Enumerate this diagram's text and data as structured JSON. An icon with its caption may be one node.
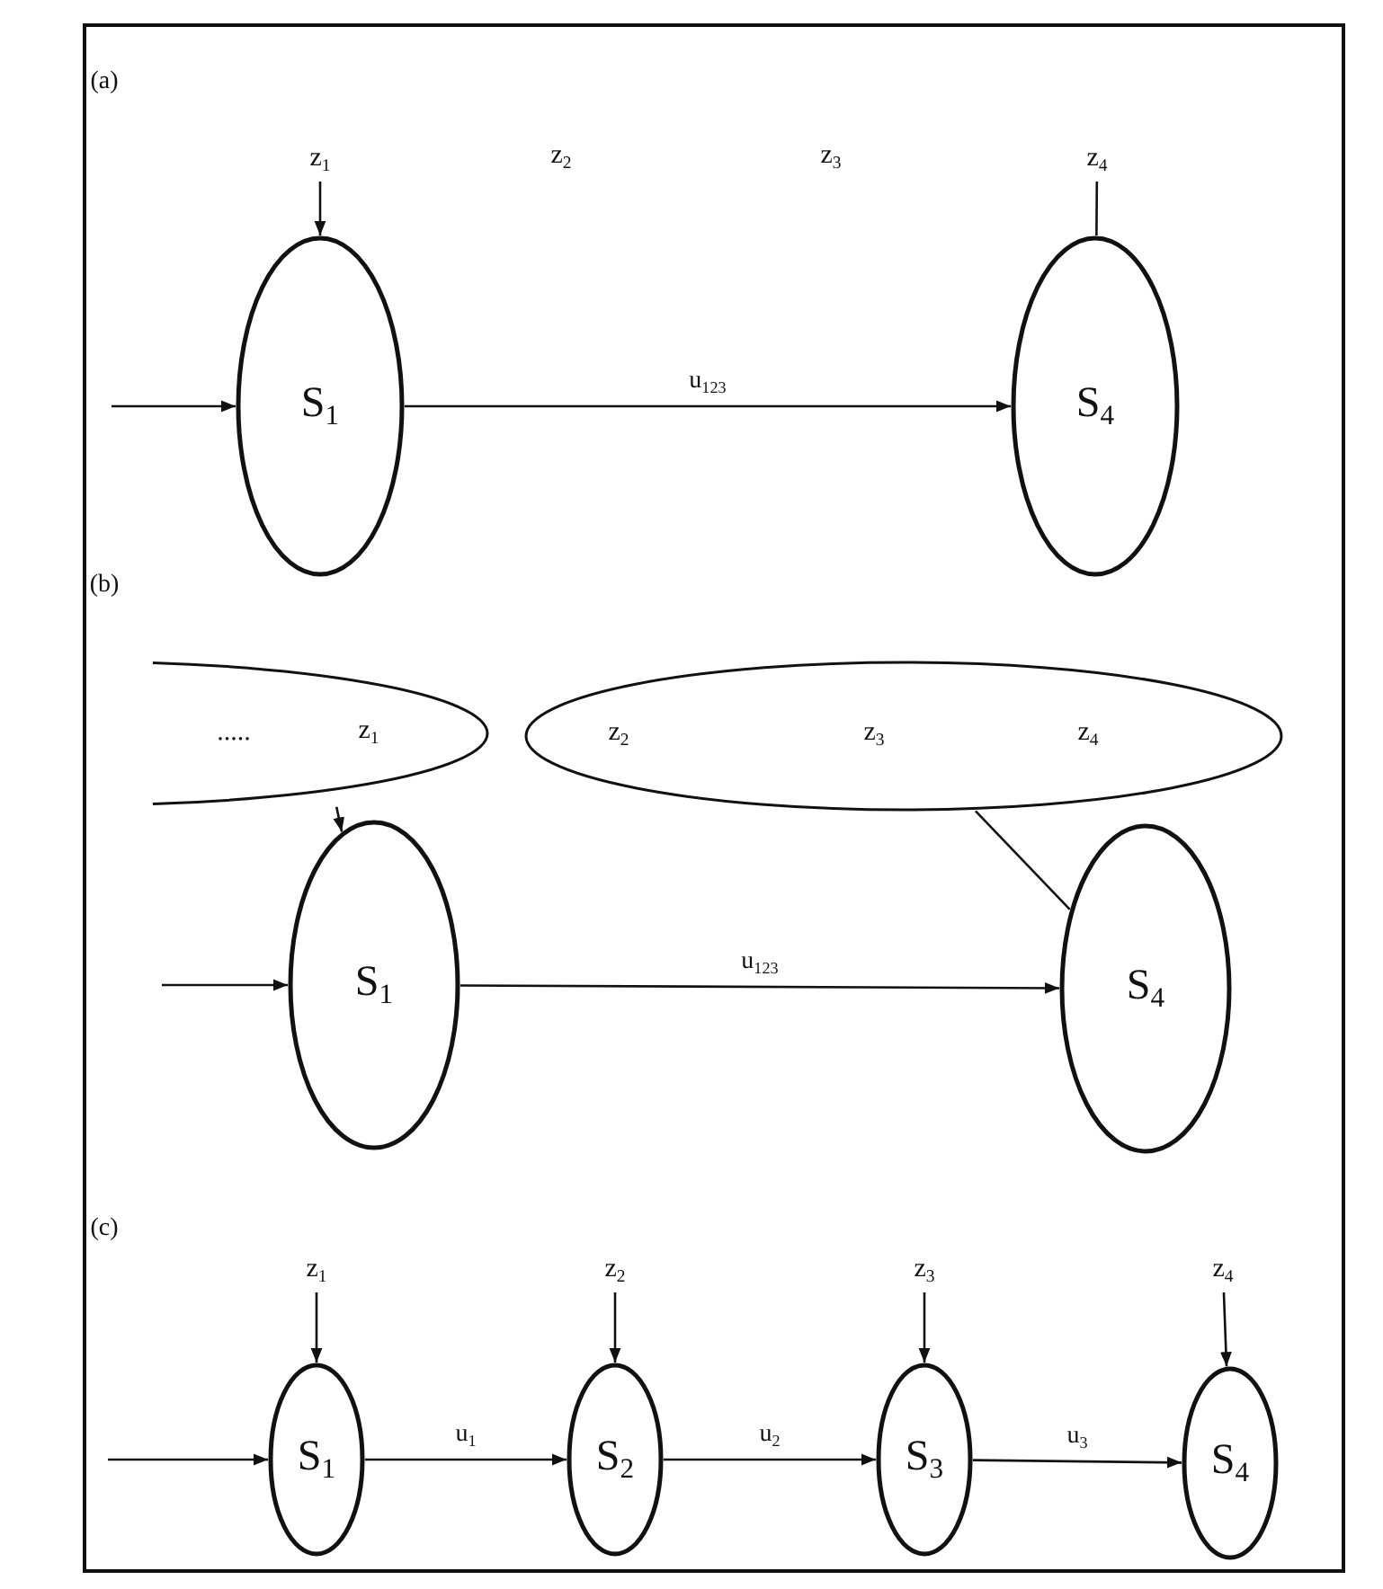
{
  "diagram": {
    "nodes": [
      {
        "text": [
          "z$_{1}$"
        ]
      },
      {
        "text": [
          "S$_{1}$"
        ]
      },
      {
        "text": [
          "S$_{4}$"
        ]
      },
      {
        "text": [
          "z$_{4}$"
        ]
      },
      {
        "text": [
          ".....",
          "z$_{1}$"
        ]
      },
      {
        "text": [
          "S$_{1}$"
        ]
      },
      {
        "text": [
          "z$_{2}$",
          "z$_{3}$",
          "z$_{4}$"
        ]
      },
      {
        "text": [
          "S$_{4}$"
        ]
      },
      {
        "text": [
          "z$_{1}$"
        ]
      },
      {
        "text": [
          "S$_{1}$"
        ]
      },
      {
        "text": [
          "z$_{2}$"
        ]
      },
      {
        "text": [
          "S$_{2}$"
        ]
      },
      {
        "text": [
          "z$_{3}$"
        ]
      },
      {
        "text": [
          "S$_{3}$"
        ]
      },
      {
        "text": [
          "z$_{4}$"
        ]
      },
      {
        "text": [
          "S$_{4}$"
        ]
      }
    ],
    "edges": [
      {
        "from": null,
        "to": 1,
        "arrow": "to"
      },
      {
        "from": 0,
        "to": 1,
        "arrow": "to"
      },
      {
        "from": 1,
        "to": 2,
        "arrow": "to",
        "label": "u$_{123}$"
      },
      {
        "from": 3,
        "to": 2,
        "arrow": "none"
      },
      {
        "from": null,
        "to": 5,
        "arrow": "to"
      },
      {
        "from": 4,
        "to": 5,
        "arrow": "to"
      },
      {
        "from": 5,
        "to": 7,
        "arrow": "to",
        "label": "u$_{123}$"
      },
      {
        "from": 6,
        "to": 7,
        "arrow": "none"
      },
      {
        "from": null,
        "to": 9,
        "arrow": "to"
      },
      {
        "from": 8,
        "to": 9,
        "arrow": "to"
      },
      {
        "from": 9,
        "to": 11,
        "arrow": "to",
        "label": "u$_{1}$"
      },
      {
        "from": 10,
        "to": 11,
        "arrow": "to"
      },
      {
        "from": 11,
        "to": 13,
        "arrow": "to",
        "label": "u$_{2}$"
      },
      {
        "from": 12,
        "to": 13,
        "arrow": "to"
      },
      {
        "from": 13,
        "to": 15,
        "arrow": "to",
        "label": "u$_{3}$"
      },
      {
        "from": 14,
        "to": 15,
        "arrow": "to"
      }
    ],
    "labels": [
      "(a)",
      "z$_{2}$",
      "z$_{3}$",
      "(b)",
      "(c)"
    ]
  }
}
